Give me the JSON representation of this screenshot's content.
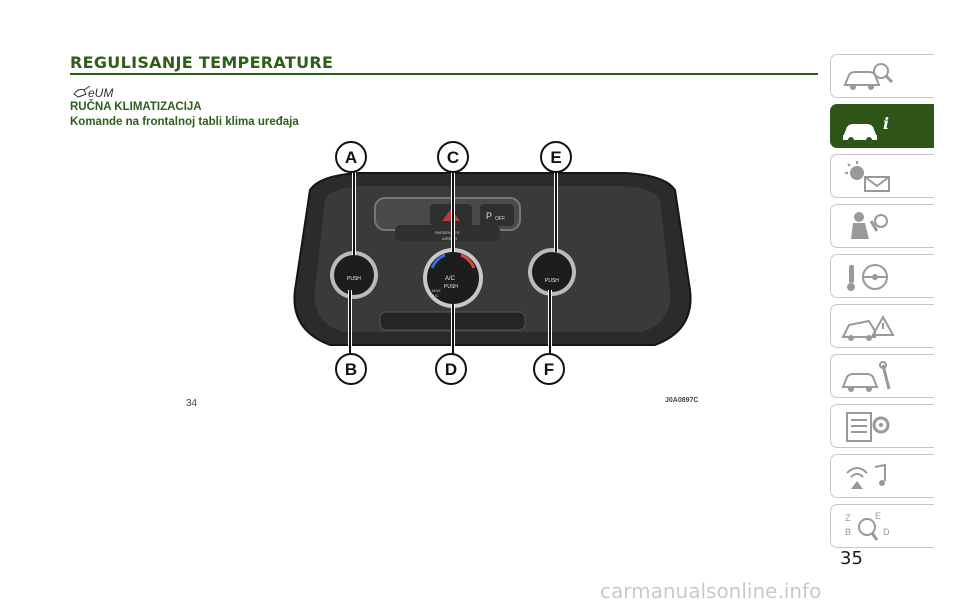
{
  "page": {
    "title": "REGULISANJE TEMPERATURE",
    "subtitle1": "RUČNA KLIMATIZACIJA",
    "subtitle2": "Komande na frontalnoj tabli klima uređaja",
    "left_page_number": "34",
    "right_page_number": "35",
    "figure_code": "J0A0897C",
    "watermark": "carmanualsonline.info",
    "accent_color": "#2e5e1a"
  },
  "figure": {
    "callouts": [
      "A",
      "C",
      "E",
      "B",
      "D",
      "F"
    ],
    "panel_texts": [
      "PUSH",
      "A/C",
      "PUSH",
      "PUSH",
      "PASSENGER",
      "AIRBAG",
      "OFF",
      "MAX",
      "A/C"
    ]
  },
  "sidebar": {
    "tabs": [
      {
        "icon": "car-magnifier-icon",
        "active": false
      },
      {
        "icon": "car-info-icon",
        "active": true
      },
      {
        "icon": "warning-light-message-icon",
        "active": false
      },
      {
        "icon": "safety-seat-airbag-icon",
        "active": false
      },
      {
        "icon": "ignition-steering-wheel-icon",
        "active": false
      },
      {
        "icon": "hazard-car-icon",
        "active": false
      },
      {
        "icon": "car-service-tools-icon",
        "active": false
      },
      {
        "icon": "specifications-gear-icon",
        "active": false
      },
      {
        "icon": "multimedia-icon",
        "active": false
      },
      {
        "icon": "index-search-icon",
        "active": false
      }
    ]
  }
}
